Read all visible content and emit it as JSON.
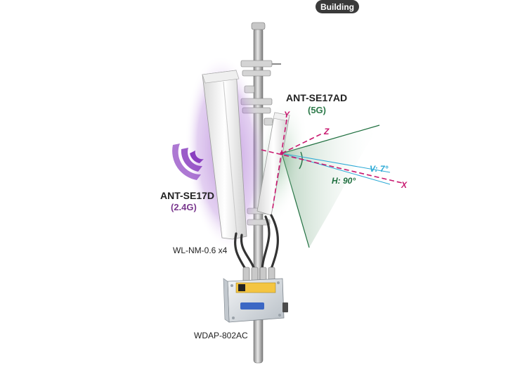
{
  "badge": {
    "text": "Building"
  },
  "antenna_24": {
    "model": "ANT-SE17D",
    "band": "(2.4G)",
    "color": "#8a3fc0"
  },
  "antenna_5": {
    "model": "ANT-SE17AD",
    "band": "(5G)",
    "color": "#2d7a4a"
  },
  "cable": {
    "label": "WL-NM-0.6 x4"
  },
  "device": {
    "label": "WDAP-802AC"
  },
  "axes": {
    "x": "X",
    "y": "Y",
    "z": "Z",
    "axis_color": "#c8176e"
  },
  "beam": {
    "vertical": "V: 7°",
    "horizontal": "H: 90°",
    "v_color": "#2aa9d6",
    "h_color": "#1f6f3f"
  }
}
